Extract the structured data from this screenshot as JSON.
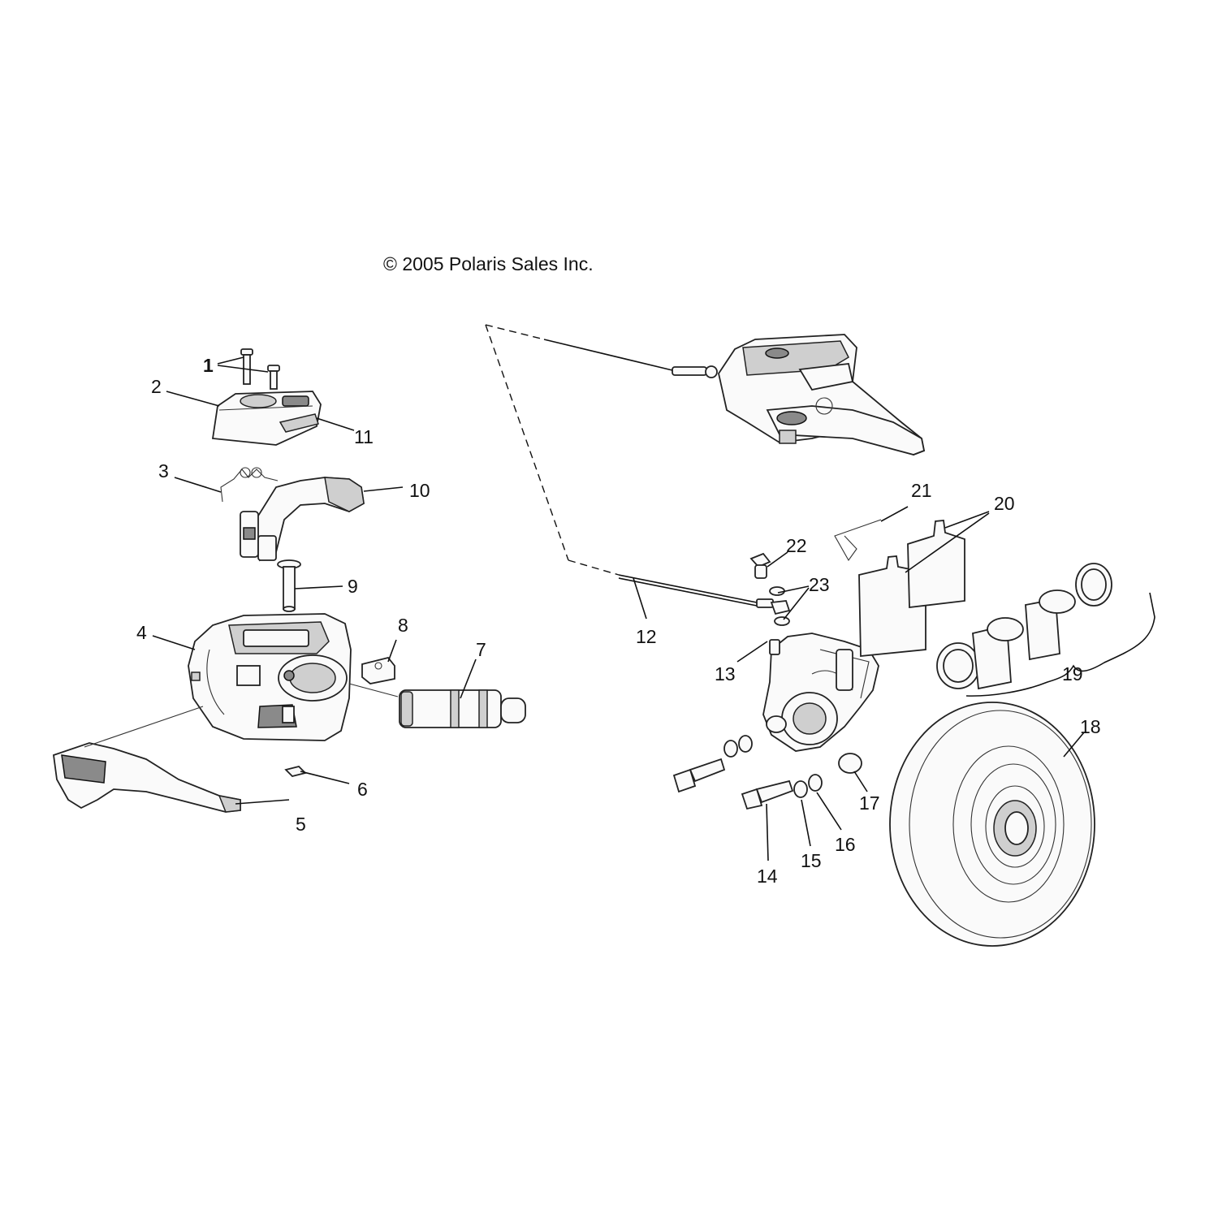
{
  "copyright": "© 2005 Polaris Sales Inc.",
  "callouts": [
    {
      "id": "1",
      "label": "1"
    },
    {
      "id": "2",
      "label": "2"
    },
    {
      "id": "3",
      "label": "3"
    },
    {
      "id": "4",
      "label": "4"
    },
    {
      "id": "5",
      "label": "5"
    },
    {
      "id": "6",
      "label": "6"
    },
    {
      "id": "7",
      "label": "7"
    },
    {
      "id": "8",
      "label": "8"
    },
    {
      "id": "9",
      "label": "9"
    },
    {
      "id": "10",
      "label": "10"
    },
    {
      "id": "11",
      "label": "11"
    },
    {
      "id": "12",
      "label": "12"
    },
    {
      "id": "13",
      "label": "13"
    },
    {
      "id": "14",
      "label": "14"
    },
    {
      "id": "15",
      "label": "15"
    },
    {
      "id": "16",
      "label": "16"
    },
    {
      "id": "17",
      "label": "17"
    },
    {
      "id": "18",
      "label": "18"
    },
    {
      "id": "19",
      "label": "19"
    },
    {
      "id": "20",
      "label": "20"
    },
    {
      "id": "21",
      "label": "21"
    },
    {
      "id": "22",
      "label": "22"
    },
    {
      "id": "23",
      "label": "23"
    }
  ]
}
